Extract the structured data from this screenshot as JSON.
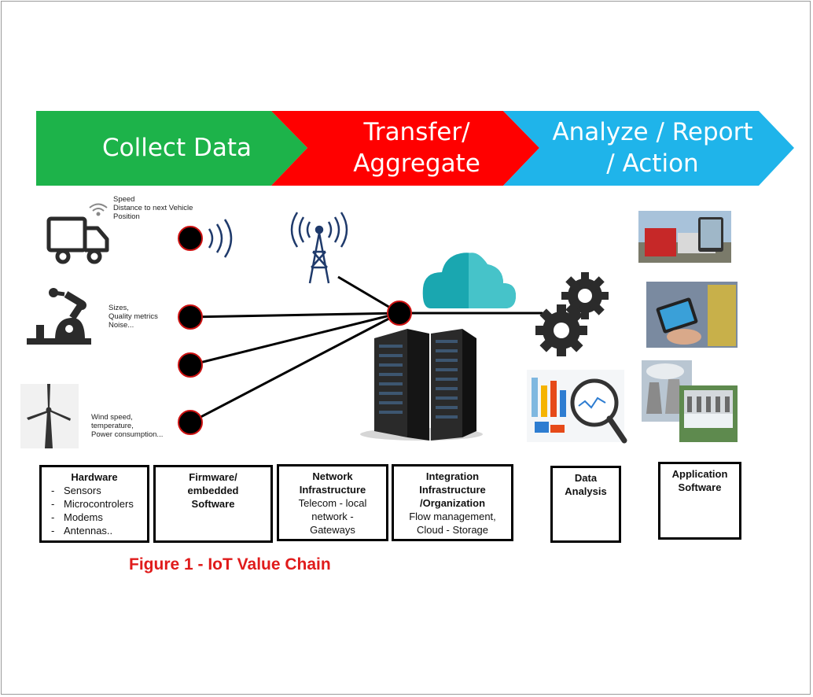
{
  "stages": [
    {
      "label": "Collect Data",
      "color": "#1db34a"
    },
    {
      "label": "Transfer/\nAggregate",
      "color": "#ff0000"
    },
    {
      "label": "Analyze / Report\n/ Action",
      "color": "#1fb4ea"
    }
  ],
  "annotations": {
    "vehicle": "Speed\nDistance to next Vehicle\nPosition",
    "robot": "Sizes,\nQuality metrics\nNoise...",
    "turbine": "Wind speed,\ntemperature,\nPower consumption..."
  },
  "boxes": {
    "hardware": {
      "title": "Hardware",
      "items": [
        "Sensors",
        "Microcontrolers",
        "Modems",
        "Antennas.."
      ]
    },
    "firmware": {
      "title": "Firmware/\nembedded\nSoftware"
    },
    "network": {
      "title": "Network\nInfrastructure",
      "desc": "Telecom - local\nnetwork -\nGateways"
    },
    "integration": {
      "title": "Integration\nInfrastructure\n/Organization",
      "desc": "Flow management,\nCloud - Storage"
    },
    "analysis": {
      "title": "Data\nAnalysis"
    },
    "application": {
      "title": "Application\nSoftware"
    }
  },
  "caption": "Figure 1 - IoT Value Chain",
  "icons": [
    "truck-icon",
    "robot-arm-icon",
    "wind-turbine-icon",
    "wifi-icon",
    "antenna-tower-icon",
    "cloud-icon",
    "server-rack-icon",
    "gears-icon",
    "magnifier-chart-icon"
  ],
  "colors": {
    "sensor_dot": "#000000",
    "sensor_ring": "#cc1111",
    "caption": "#e01b1b"
  }
}
